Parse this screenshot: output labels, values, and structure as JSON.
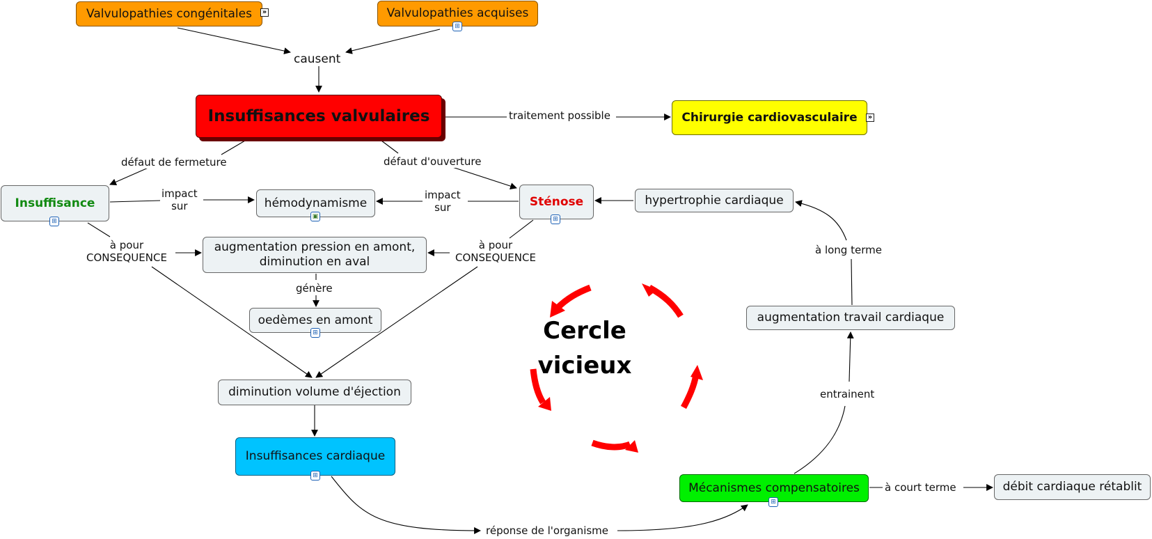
{
  "nodes": {
    "congenitales": "Valvulopathies congénitales",
    "acquises": "Valvulopathies acquises",
    "insuffisances_valvulaires": "Insuffisances valvulaires",
    "chirurgie": "Chirurgie cardiovasculaire",
    "insuffisance": "Insuffisance",
    "hemodynamisme": "hémodynamisme",
    "stenose": "Sténose",
    "hypertrophie": "hypertrophie cardiaque",
    "augmentation_pression_l1": "augmentation pression en amont,",
    "augmentation_pression_l2": "diminution en aval",
    "oedemes": "oedèmes en amont",
    "augmentation_travail": "augmentation travail cardiaque",
    "diminution_volume": "diminution volume d'éjection",
    "insuffisances_cardiaque": "Insuffisances cardiaque",
    "mecanismes": "Mécanismes compensatoires",
    "debit": "débit cardiaque rétablit"
  },
  "links": {
    "causent": "causent",
    "traitement": "traitement possible",
    "defaut_fermeture": "défaut de fermeture",
    "defaut_ouverture": "défaut d'ouverture",
    "impact_l1": "impact",
    "impact_l2": "sur",
    "a_pour": "à pour",
    "consequence": "CONSEQUENCE",
    "genere": "génère",
    "long_terme": "à long terme",
    "entrainent": "entrainent",
    "court_terme": "à court terme",
    "reponse": "réponse de l'organisme"
  },
  "cycle": {
    "line1": "Cercle",
    "line2": "vicieux"
  },
  "colors": {
    "orange": "#ff9a00",
    "red": "#ff0000",
    "yellow": "#ffff00",
    "cyan": "#00c3ff",
    "green": "#00f000",
    "node_default": "#edf2f4",
    "cycle_arrows": "#ff0000"
  },
  "icons": {
    "expand": "expand-chevron-icon",
    "submap": "submap-icon",
    "image": "image-icon"
  }
}
